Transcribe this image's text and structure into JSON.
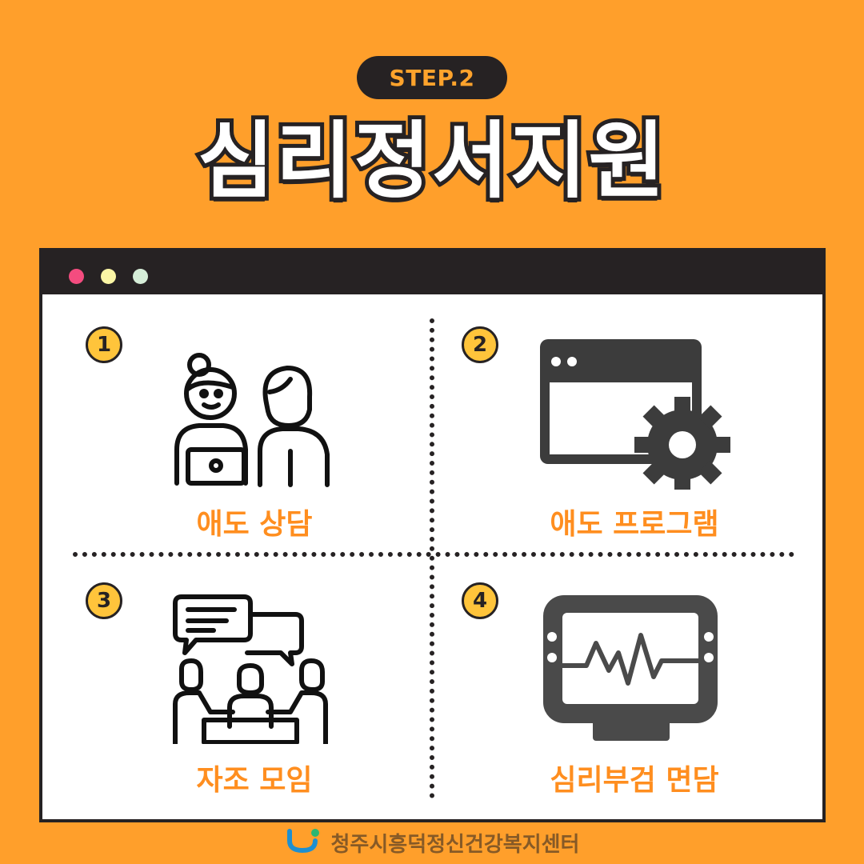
{
  "header": {
    "step": "STEP.2",
    "title": "심리정서지원"
  },
  "window": {
    "dots": [
      "red",
      "yellow",
      "green"
    ]
  },
  "items": [
    {
      "number": "1",
      "label": "애도 상담",
      "icon": "counseling-icon"
    },
    {
      "number": "2",
      "label": "애도 프로그램",
      "icon": "program-settings-icon"
    },
    {
      "number": "3",
      "label": "자조 모임",
      "icon": "group-meeting-icon"
    },
    {
      "number": "4",
      "label": "심리부검 면담",
      "icon": "monitor-heartbeat-icon"
    }
  ],
  "footer": {
    "org": "청주시흥덕정신건강복지센터",
    "logo": "center-logo-icon"
  },
  "colors": {
    "background": "#FF9F2B",
    "dark": "#262223",
    "accent_label": "#FF8E1F",
    "badge": "#FFC43B"
  }
}
